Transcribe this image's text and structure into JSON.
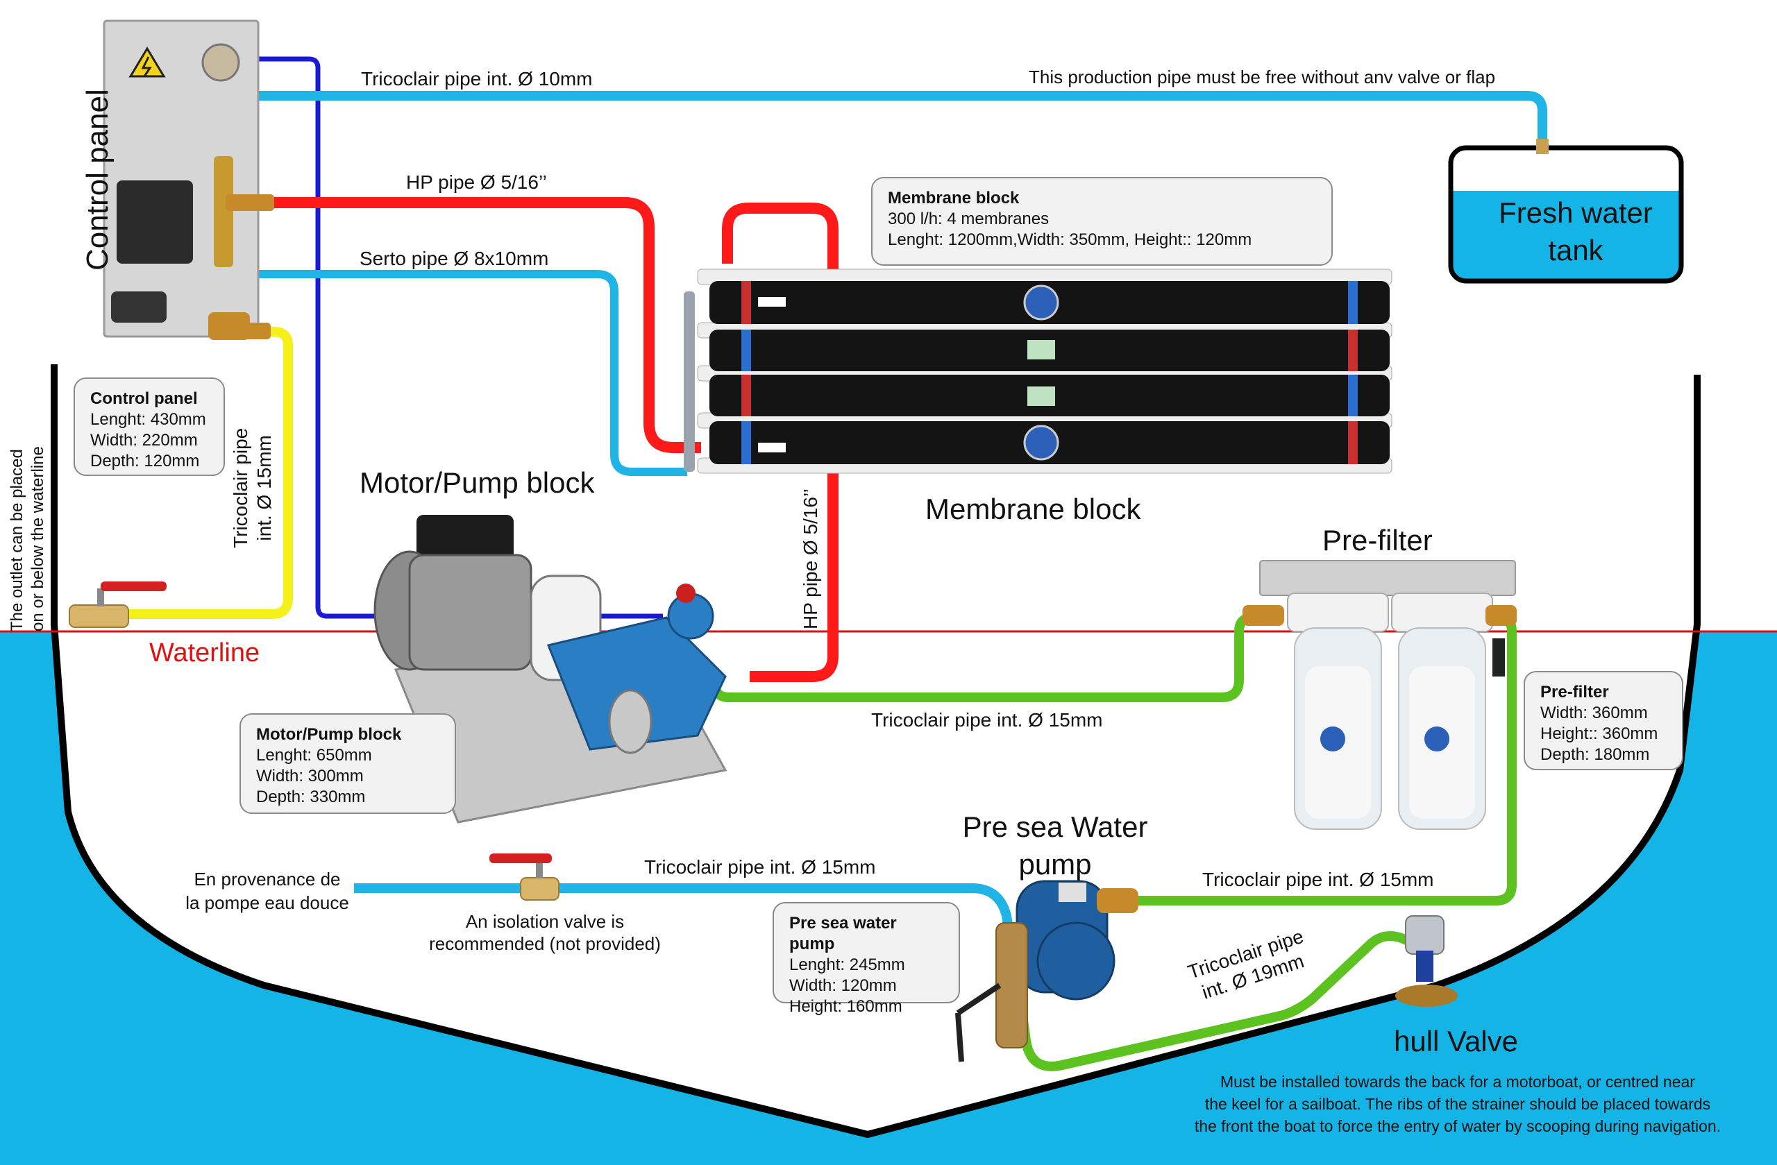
{
  "titles": {
    "control_panel_vertical": "Control panel",
    "motor_pump_block": "Motor/Pump block",
    "membrane_block": "Membrane block",
    "pre_filter": "Pre-filter",
    "pre_sea_water_pump_line1": "Pre sea Water",
    "pre_sea_water_pump_line2": "pump",
    "hull_valve": "hull Valve",
    "fresh_water_tank_line1": "Fresh water",
    "fresh_water_tank_line2": "tank",
    "waterline": "Waterline"
  },
  "pipe_labels": {
    "tricoclair_10": "Tricoclair pipe int. Ø 10mm",
    "production_note": "This production pipe must be free without anv valve or flap",
    "hp_pipe_top": "HP pipe Ø 5/16’’",
    "serto_pipe": "Serto pipe Ø 8x10mm",
    "hp_pipe_vertical": "HP pipe Ø 5/16’’",
    "tricoclair_15_outlet_line1": "Tricoclair pipe",
    "tricoclair_15_outlet_line2": "int. Ø 15mm",
    "tricoclair_15_pump_filter": "Tricoclair pipe int. Ø 15mm",
    "tricoclair_15_inlet": "Tricoclair pipe int. Ø 15mm",
    "tricoclair_15_sea_pump": "Tricoclair pipe int. Ø 15mm",
    "tricoclair_19_line1": "Tricoclair pipe",
    "tricoclair_19_line2": "int. Ø 19mm"
  },
  "notes": {
    "outlet_line1": "The outlet can be placed",
    "outlet_line2": "on or below the waterline",
    "provenance_line1": "En provenance de",
    "provenance_line2": "la pompe eau douce",
    "isolation_line1": "An isolation valve is",
    "isolation_line2": "recommended (not provided)",
    "hull_note_line1": "Must be installed towards the back for a motorboat, or centred near",
    "hull_note_line2": "the keel for a sailboat. The ribs of the strainer should be placed towards",
    "hull_note_line3": "the front the boat to force the entry of water by scooping during navigation."
  },
  "cards": {
    "membrane": {
      "title": "Membrane block",
      "line1": "300 l/h: 4 membranes",
      "line2": "Lenght: 1200mm,Width: 350mm, Height:: 120mm"
    },
    "control_panel": {
      "title": "Control panel",
      "line1": "Lenght: 430mm",
      "line2": "Width: 220mm",
      "line3": "Depth: 120mm"
    },
    "motor_pump": {
      "title": "Motor/Pump block",
      "line1": "Lenght: 650mm",
      "line2": "Width: 300mm",
      "line3": "Depth: 330mm"
    },
    "pre_filter": {
      "title": "Pre-filter",
      "line1": "Width: 360mm",
      "line2": "Height:: 360mm",
      "line3": "Depth: 180mm"
    },
    "sea_pump": {
      "title": "Pre sea water pump",
      "line1": "Lenght: 245mm",
      "line2": "Width: 120mm",
      "line3": "Height: 160mm"
    }
  },
  "colors": {
    "sea": "#14b4e6",
    "production_pipe": "#1fb3e6",
    "hp_pipe": "#ff1a1a",
    "serto_pipe": "#1fb3e6",
    "brine_pipe": "#f5ef1a",
    "return_pipe": "#1a1ad6",
    "feed_pipe": "#5cc21f",
    "waterline": "#e01010"
  }
}
